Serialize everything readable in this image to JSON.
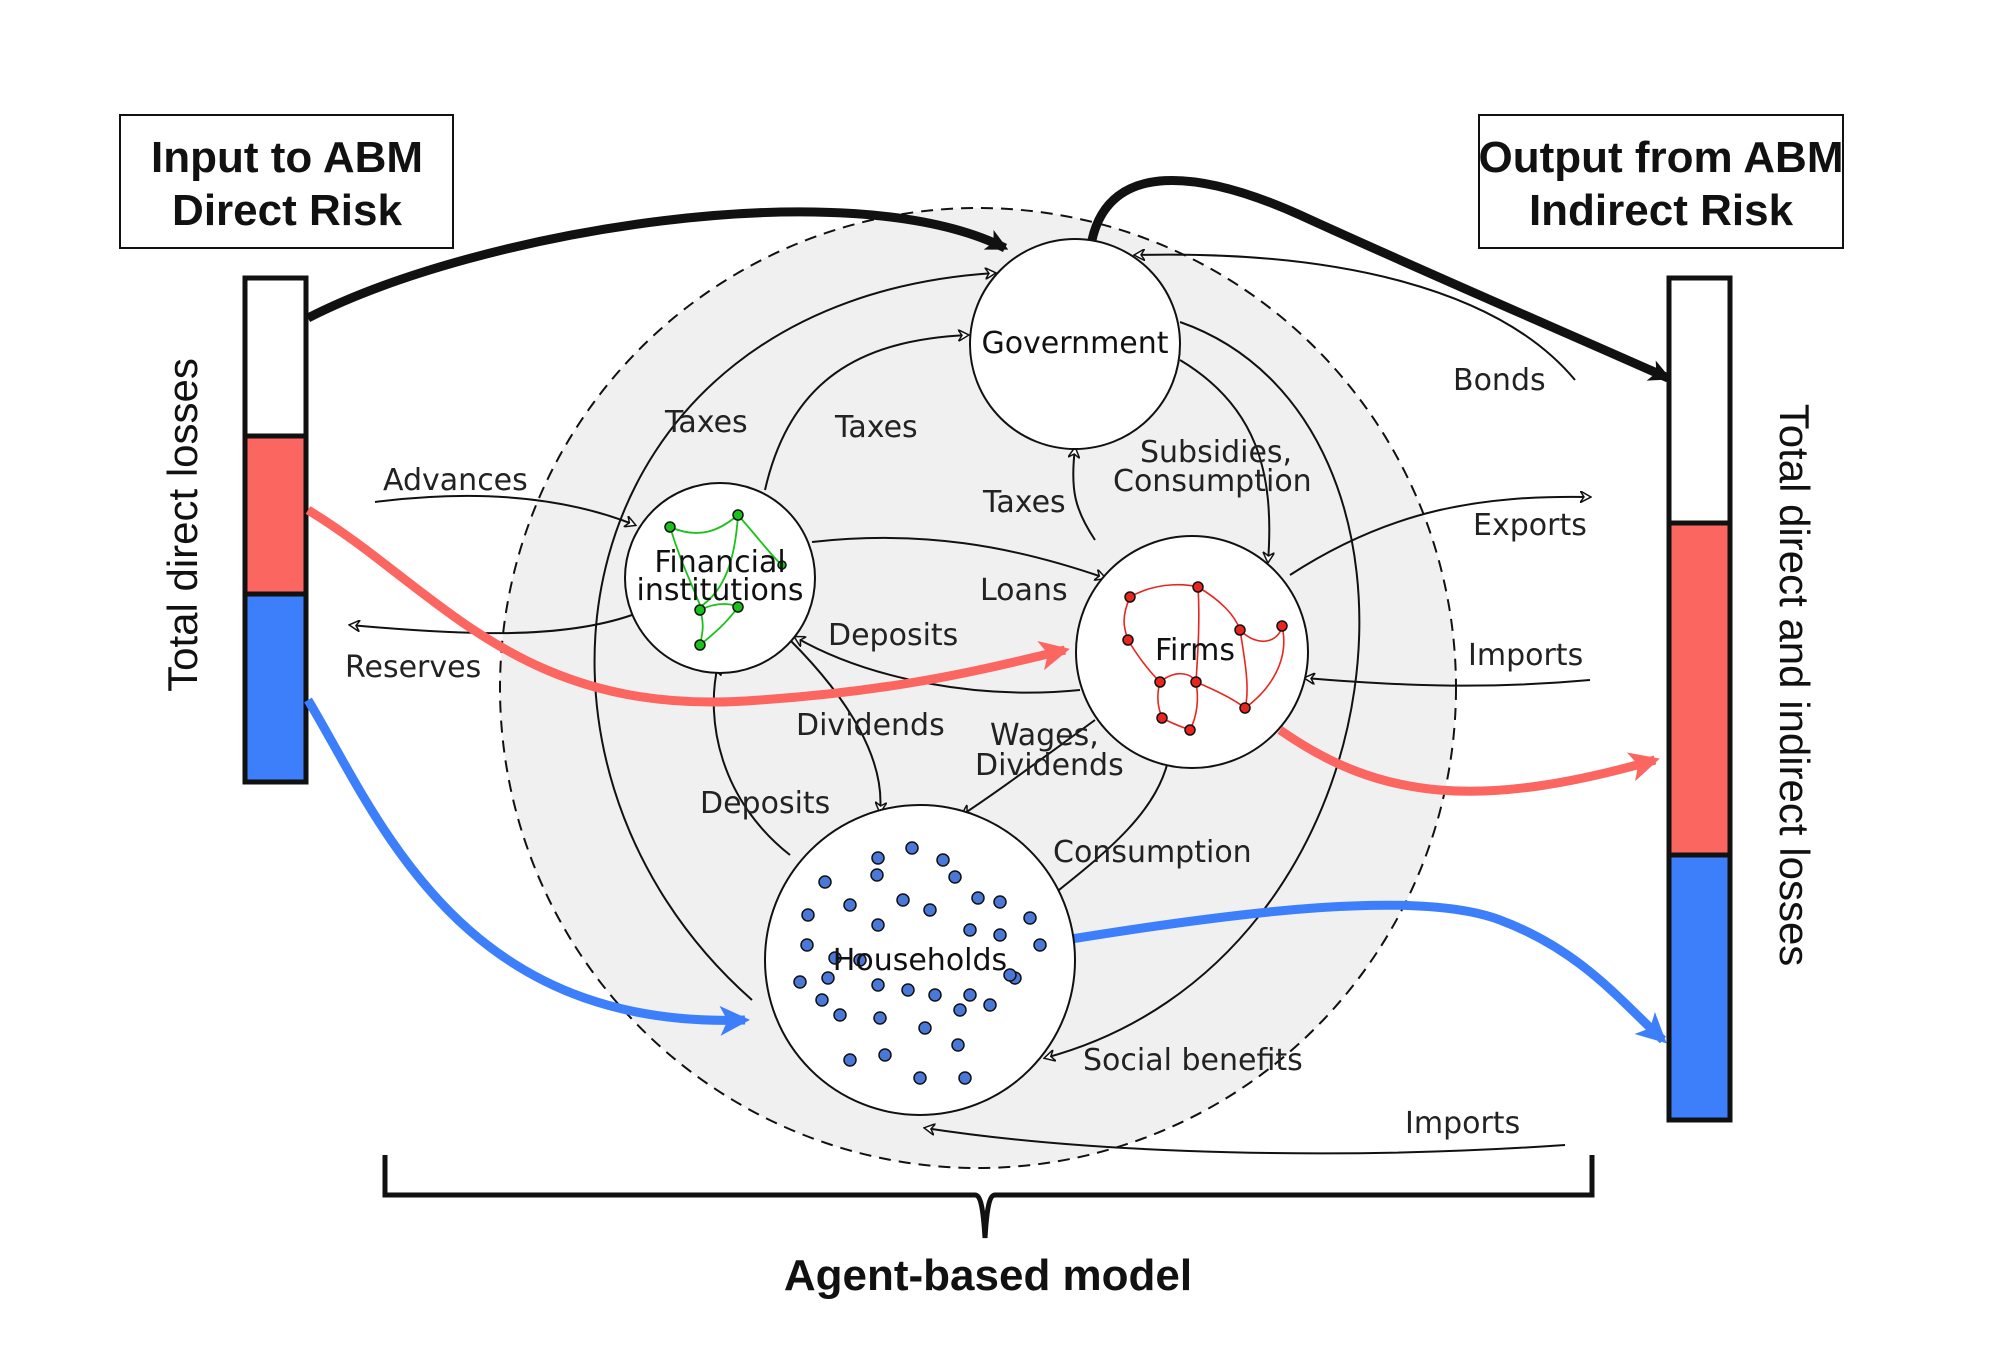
{
  "input_box": {
    "line1": "Input to ABM",
    "line2": "Direct  Risk"
  },
  "output_box": {
    "line1": "Output from ABM",
    "line2": "Indirect Risk"
  },
  "left_bar_label": "Total direct losses",
  "right_bar_label": "Total direct and indirect  losses",
  "footer_label": "Agent-based model",
  "nodes": {
    "government": "Government",
    "financial_line1": "Financial",
    "financial_line2": "institutions",
    "firms": "Firms",
    "households": "Households"
  },
  "flows": {
    "taxes_outer": "Taxes",
    "taxes_fin": "Taxes",
    "taxes_firms": "Taxes",
    "subsidies_line1": "Subsidies,",
    "subsidies_line2": "Consumption",
    "advances": "Advances",
    "reserves": "Reserves",
    "loans": "Loans",
    "deposits_firms": "Deposits",
    "dividends": "Dividends",
    "deposits_households": "Deposits",
    "wages_line1": "Wages,",
    "wages_line2": "Dividends",
    "consumption": "Consumption",
    "social_benefits": "Social benefits",
    "bonds": "Bonds",
    "exports": "Exports",
    "imports_firms": "Imports",
    "imports_households": "Imports"
  },
  "colors": {
    "red_loss": "#fb6660",
    "blue_loss": "#3d7ffb",
    "financial_network": "#19c219",
    "firm_network": "#e8261f",
    "household_dots": "#4a78d8",
    "abm_background": "#f0f0f0"
  }
}
